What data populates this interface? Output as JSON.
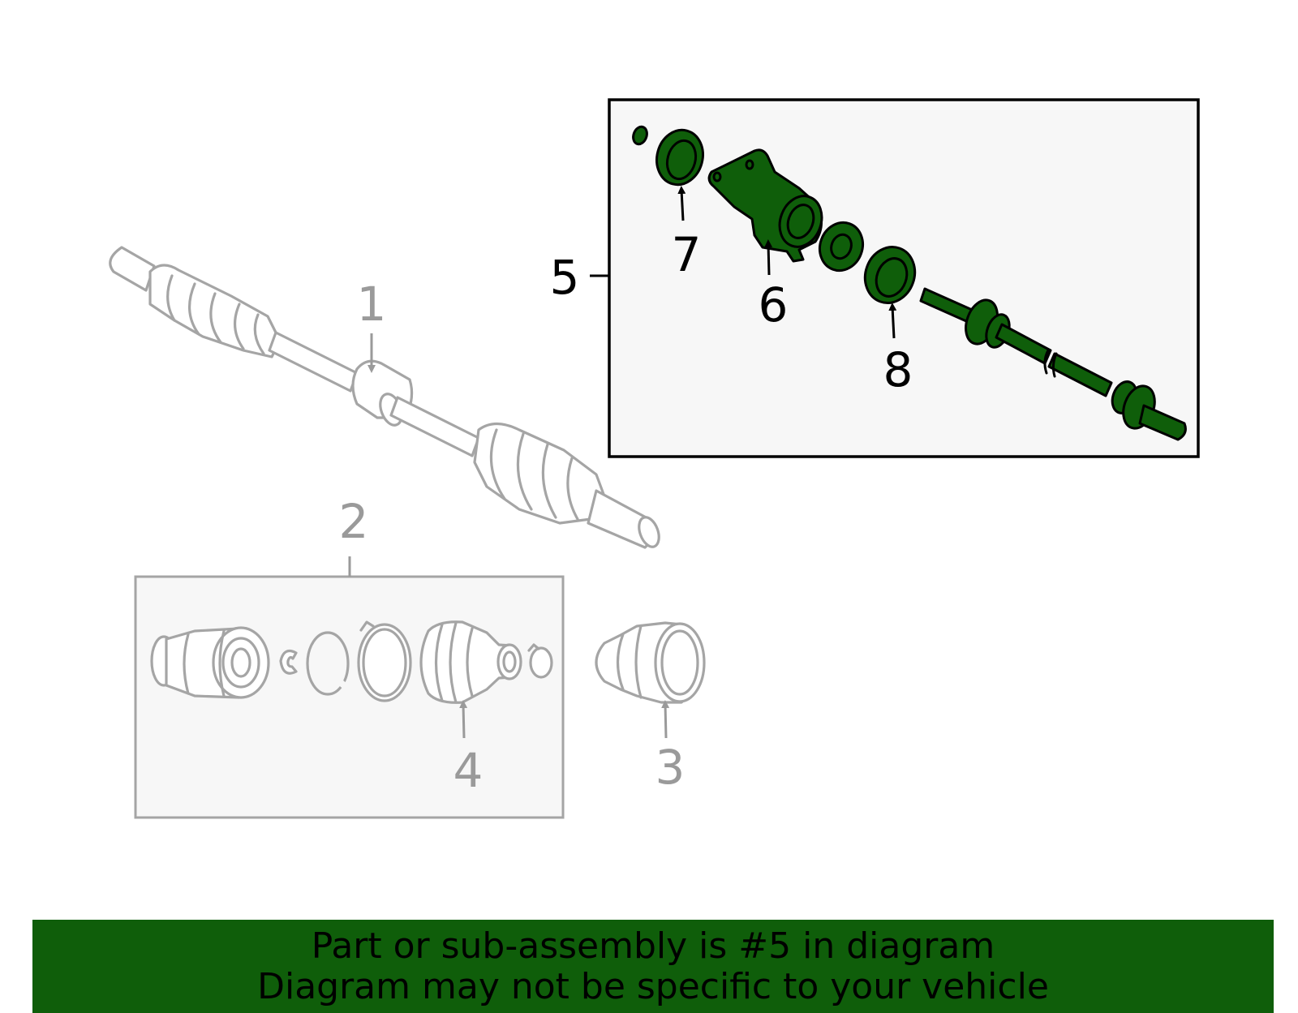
{
  "callouts": {
    "c1": "1",
    "c2": "2",
    "c3": "3",
    "c4": "4",
    "c5": "5",
    "c6": "6",
    "c7": "7",
    "c8": "8"
  },
  "banner": {
    "line1": "Part or sub-assembly is #5 in diagram",
    "line2": "Diagram may not be specific to your vehicle"
  },
  "colors": {
    "highlight": "#0f5e0a",
    "grey_part": "#a5a5a5",
    "panel": "#f7f7f7"
  }
}
